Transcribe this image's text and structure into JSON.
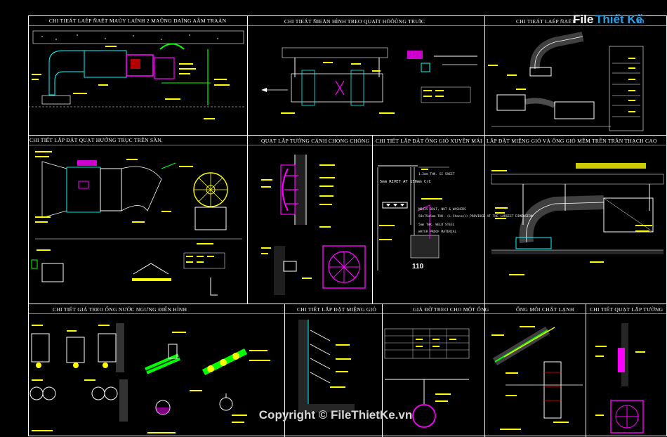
{
  "logo": {
    "part1": "File",
    "part2": "Thiết Kế",
    "part3": ".vn"
  },
  "watermark": "Copyright © FileThietKe.vn",
  "titles": {
    "t1": "CHI TIEÁT LAÉP ÑAËT MAÙY LAÏNH 2 MAÛNG DAÏNG AÂM TRAÀN",
    "t2": "CHI TIEÁT ÑIEÅN HÌNH TREO QUAÏT HÖÔÙNG TRUÏC",
    "t3": "CHI TIEÁT LAÉP ÑAËT",
    "t4": "CHI TIẾT LẮP ĐẶT QUẠT HƯỚNG TRỤC TRÊN SÀN.",
    "t5": "QUẠT LẮP TƯỜNG CÁNH CHONG CHÓNG",
    "t6": "CHI TIẾT LẮP ĐẶT ỐNG GIÓ XUYÊN MÁI",
    "t7": "LẮP ĐẶT MIỆNG GIÓ VÀ ỐNG GIÓ MỀM TRÊN TRẦN THẠCH CAO",
    "t8": "CHI TIẾT GIÁ TREO ỐNG NƯỚC NGƯNG ĐIỂN HÌNH",
    "t9": "CHI TIẾT LẮP ĐẶT MIỆNG GIÓ",
    "t10": "GIÁ ĐỠ TREO CHO MỘT ỐNG",
    "t11": "ỐNG MÔI CHẤT LẠNH",
    "t12": "CHI TIẾT QUẠT LẮP TƯỜNG"
  },
  "roof_notes": {
    "rivet": "5mm RIVET AT 150mm C/C",
    "sheet": "1.2mm THK. GI SHEET",
    "bolt": "M8X25 BOLT, NUT & WASHERS",
    "flat": "50x75x5mm THK. (L-Channel) PROVIDED AT THE LARGEST DIMENSION",
    "weld": "5mm THK. WELD STEEL",
    "water": "WATER PROOF MATERIAL",
    "num": "110"
  },
  "colors": {
    "background": "#000000",
    "frame": "#ffffff",
    "highlight": "#ffff00",
    "accent": "#ff00ff",
    "duct": "#00ff00",
    "cyan": "#00ffff",
    "red": "#ff0000"
  }
}
